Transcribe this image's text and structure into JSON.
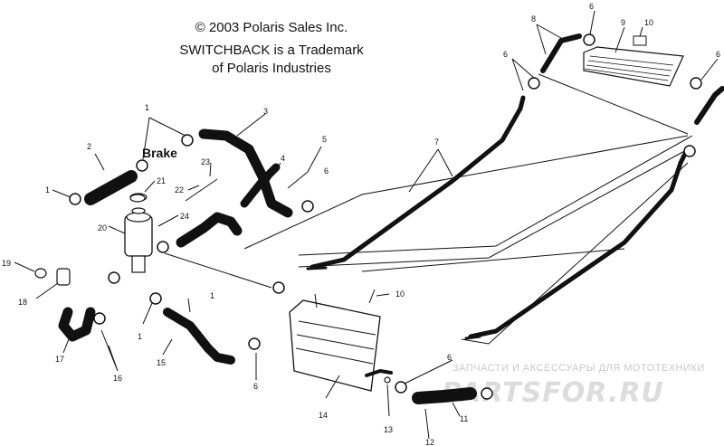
{
  "header": {
    "copyright": "© 2003 Polaris Sales Inc.",
    "trademark_line1": "SWITCHBACK is a Trademark",
    "trademark_line2": "of Polaris Industries"
  },
  "diagram": {
    "brake_label": "Brake",
    "callouts": {
      "c1a": "1",
      "c1b": "1",
      "c1c": "1",
      "c1d": "1",
      "c2": "2",
      "c3": "3",
      "c4": "4",
      "c5": "5",
      "c6a": "6",
      "c6b": "6",
      "c6c": "6",
      "c6d": "6",
      "c6e": "6",
      "c6f": "6",
      "c7": "7",
      "c8": "8",
      "c9": "9",
      "c10a": "10",
      "c10b": "10",
      "c11": "11",
      "c12": "12",
      "c13": "13",
      "c14": "14",
      "c15": "15",
      "c16": "16",
      "c17": "17",
      "c18": "18",
      "c19": "19",
      "c20": "20",
      "c21": "21",
      "c22": "22",
      "c23": "23",
      "c24": "24"
    }
  },
  "watermark": {
    "line1": "ЗАПЧАСТИ И АКСЕССУАРЫ ДЛЯ МОТОТЕХНИКИ",
    "line2": "PARTSFOR.RU"
  }
}
